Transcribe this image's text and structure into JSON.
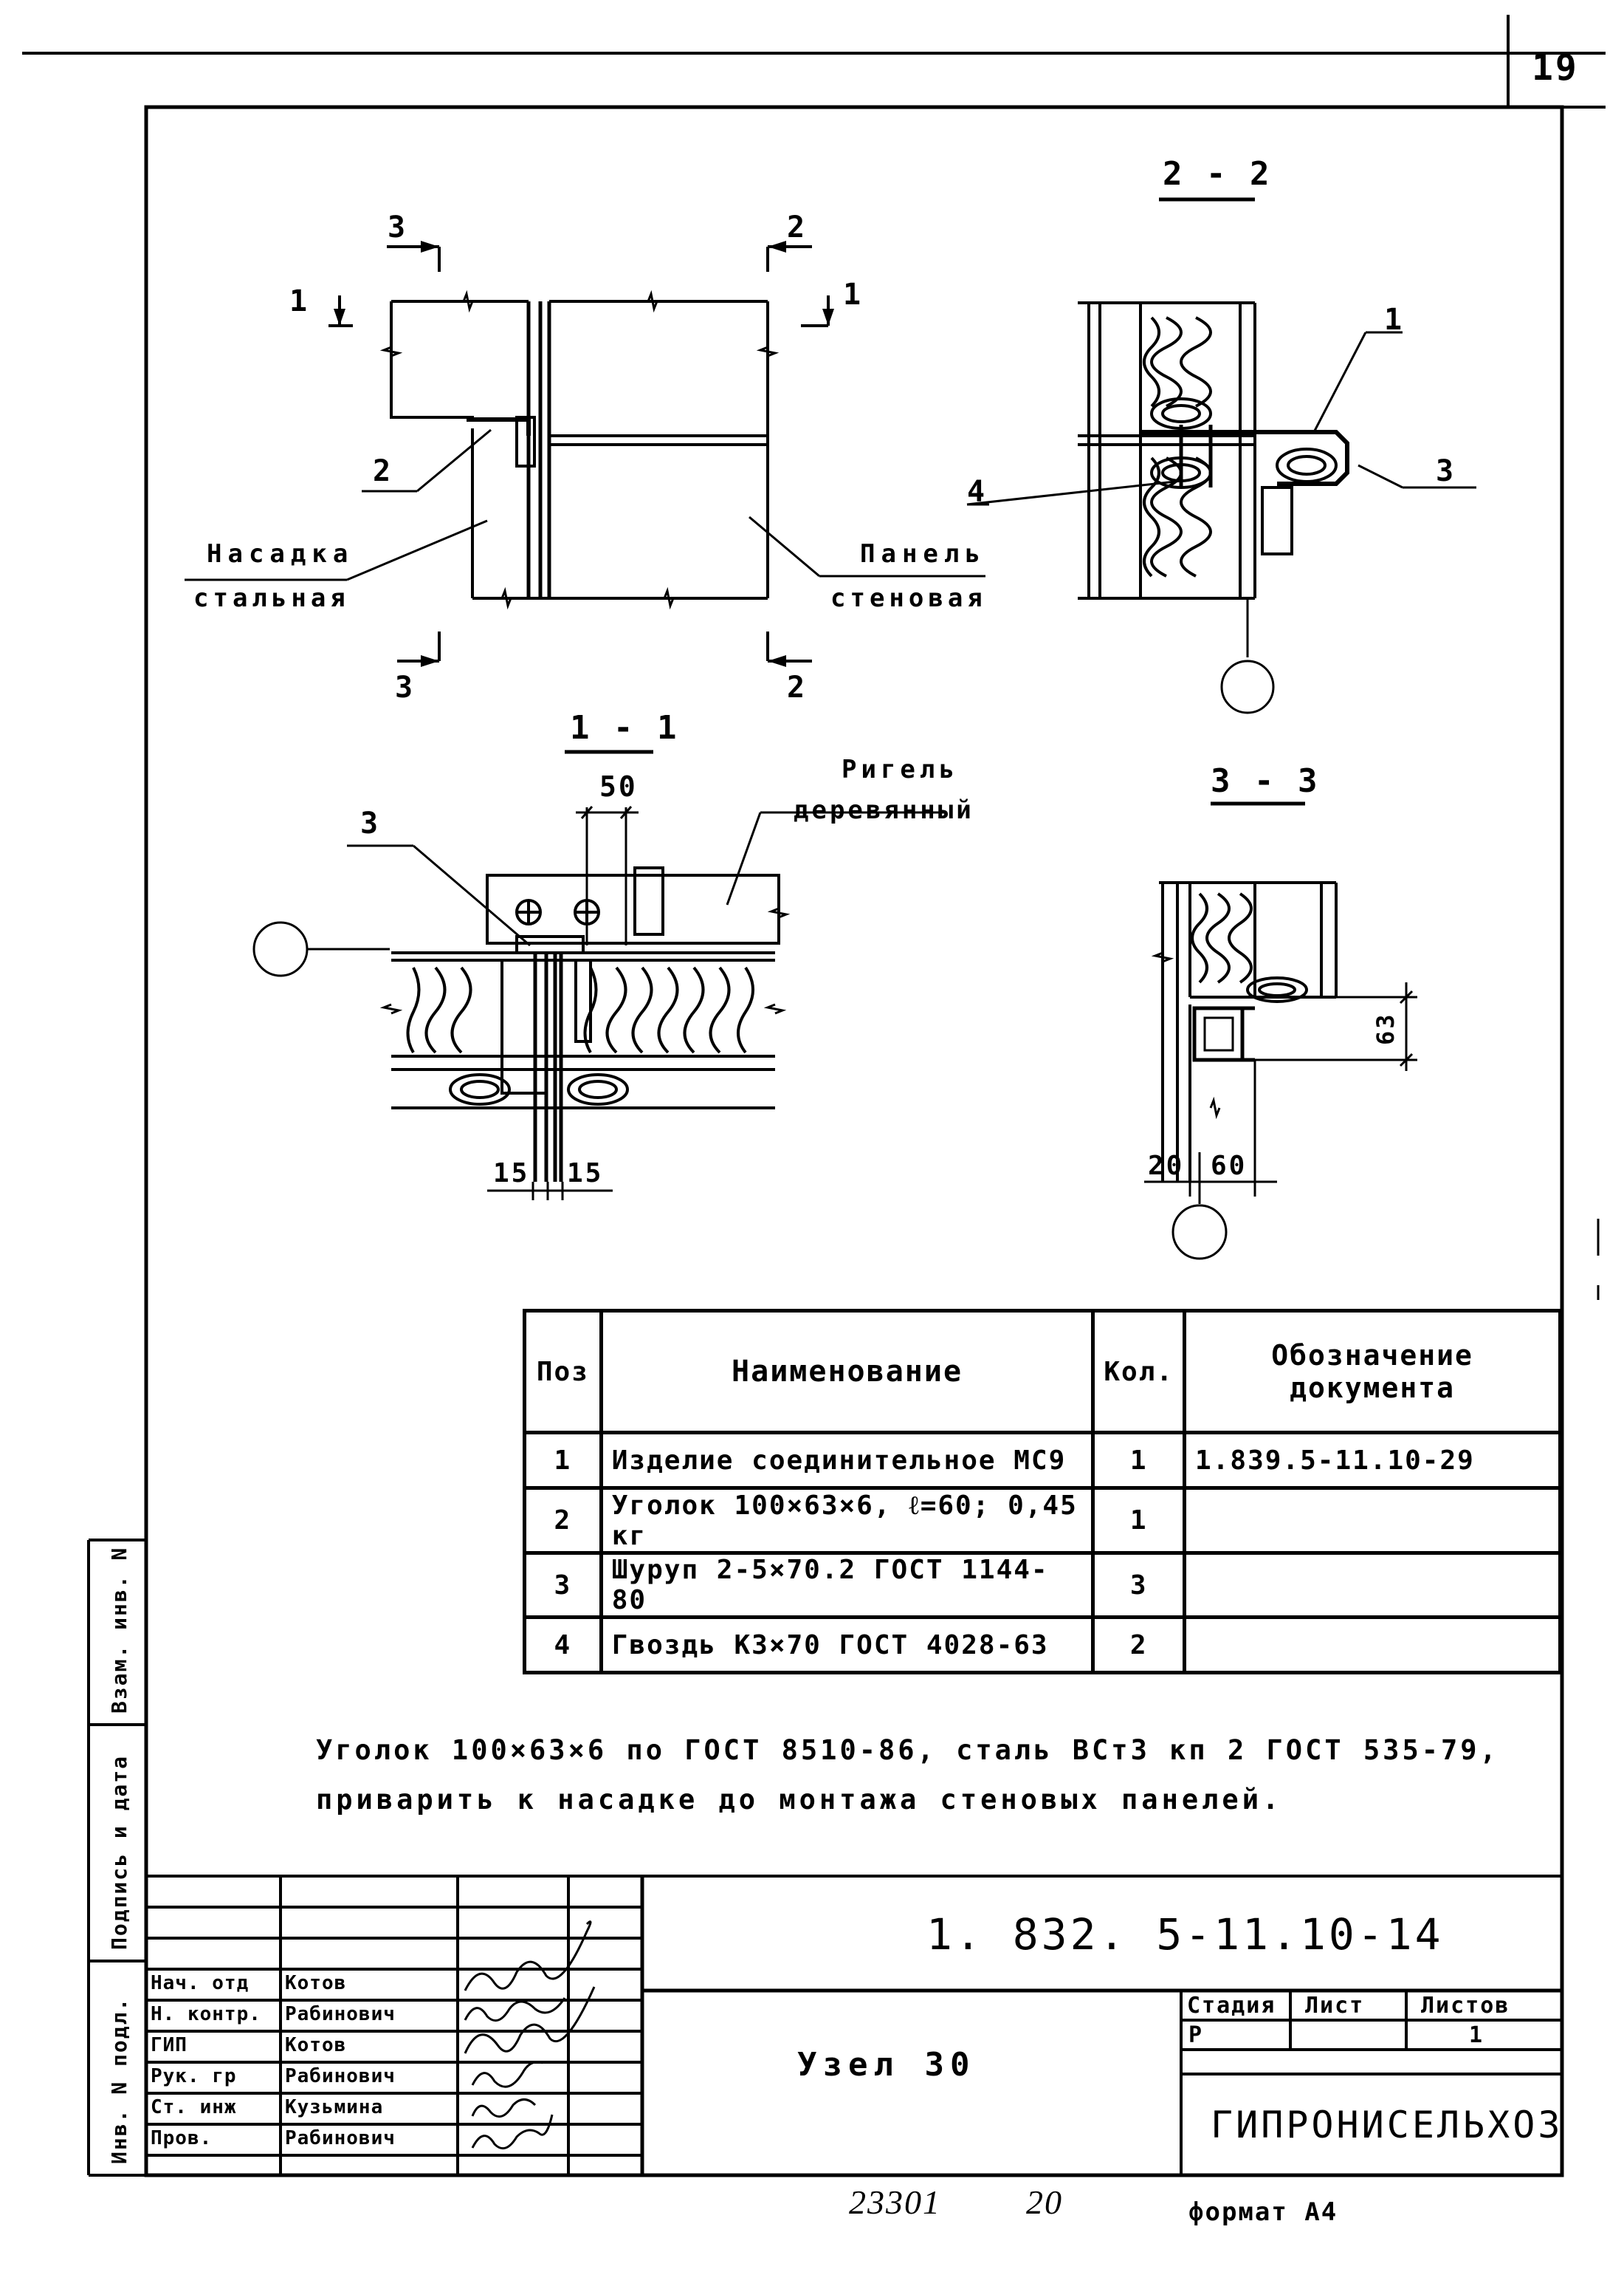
{
  "page": {
    "number": "19"
  },
  "section_22": {
    "title": "2 - 2",
    "callouts": [
      "1",
      "3",
      "4"
    ]
  },
  "plan": {
    "cut_marks": [
      "3",
      "2",
      "1",
      "1",
      "3",
      "2"
    ],
    "callout_2": "2",
    "label_nasadka": [
      "Насадка",
      "стальная"
    ],
    "label_panel": [
      "Панель",
      "стеновая"
    ]
  },
  "section_11": {
    "title": "1 - 1",
    "callout_3": "3",
    "dim_50": "50",
    "label_rigel": [
      "Ригель",
      "деревянный"
    ],
    "dim_left": "15",
    "dim_right": "15"
  },
  "section_33": {
    "title": "3 - 3",
    "dim_63": "63",
    "dim_20": "20",
    "dim_60": "60"
  },
  "spec_table": {
    "headers": {
      "pos": "Поз",
      "name": "Наименование",
      "qty": "Кол.",
      "doc": [
        "Обозначение",
        "документа"
      ]
    },
    "rows": [
      {
        "pos": "1",
        "name": "Изделие соединительное МС9",
        "qty": "1",
        "doc": "1.839.5-11.10-29"
      },
      {
        "pos": "2",
        "name": "Уголок 100×63×6, ℓ=60; 0,45 кг",
        "qty": "1",
        "doc": ""
      },
      {
        "pos": "3",
        "name": "Шуруп 2-5×70.2 ГОСТ 1144-80",
        "qty": "3",
        "doc": ""
      },
      {
        "pos": "4",
        "name": "Гвоздь К3×70 ГОСТ 4028-63",
        "qty": "2",
        "doc": ""
      }
    ]
  },
  "note": [
    "Уголок 100×63×6 по ГОСТ 8510-86, сталь ВСт3 кп 2 ГОСТ 535-79,",
    "приварить к насадке до монтажа стеновых панелей."
  ],
  "side_labels": [
    "Взам. инв. N",
    "Подпись и дата",
    "Инв. N подл."
  ],
  "title_block": {
    "doc_code": "1. 832. 5-11.10-14",
    "title": "Узел 30",
    "stage_header": "Стадия",
    "sheet_header": "Лист",
    "sheets_header": "Листов",
    "stage": "Р",
    "sheet": "",
    "sheets": "1",
    "org": "ГИПРОНИСЕЛЬХОЗ",
    "people": [
      {
        "role": "Нач. отд",
        "name": "Котов"
      },
      {
        "role": "Н. контр.",
        "name": "Рабинович"
      },
      {
        "role": "ГИП",
        "name": "Котов"
      },
      {
        "role": "Рук. гр",
        "name": "Рабинович"
      },
      {
        "role": "Ст. инж",
        "name": "Кузьмина"
      },
      {
        "role": "Пров.",
        "name": "Рабинович"
      }
    ]
  },
  "footer": {
    "number": "23301",
    "num2": "20",
    "format": "формат А4"
  }
}
